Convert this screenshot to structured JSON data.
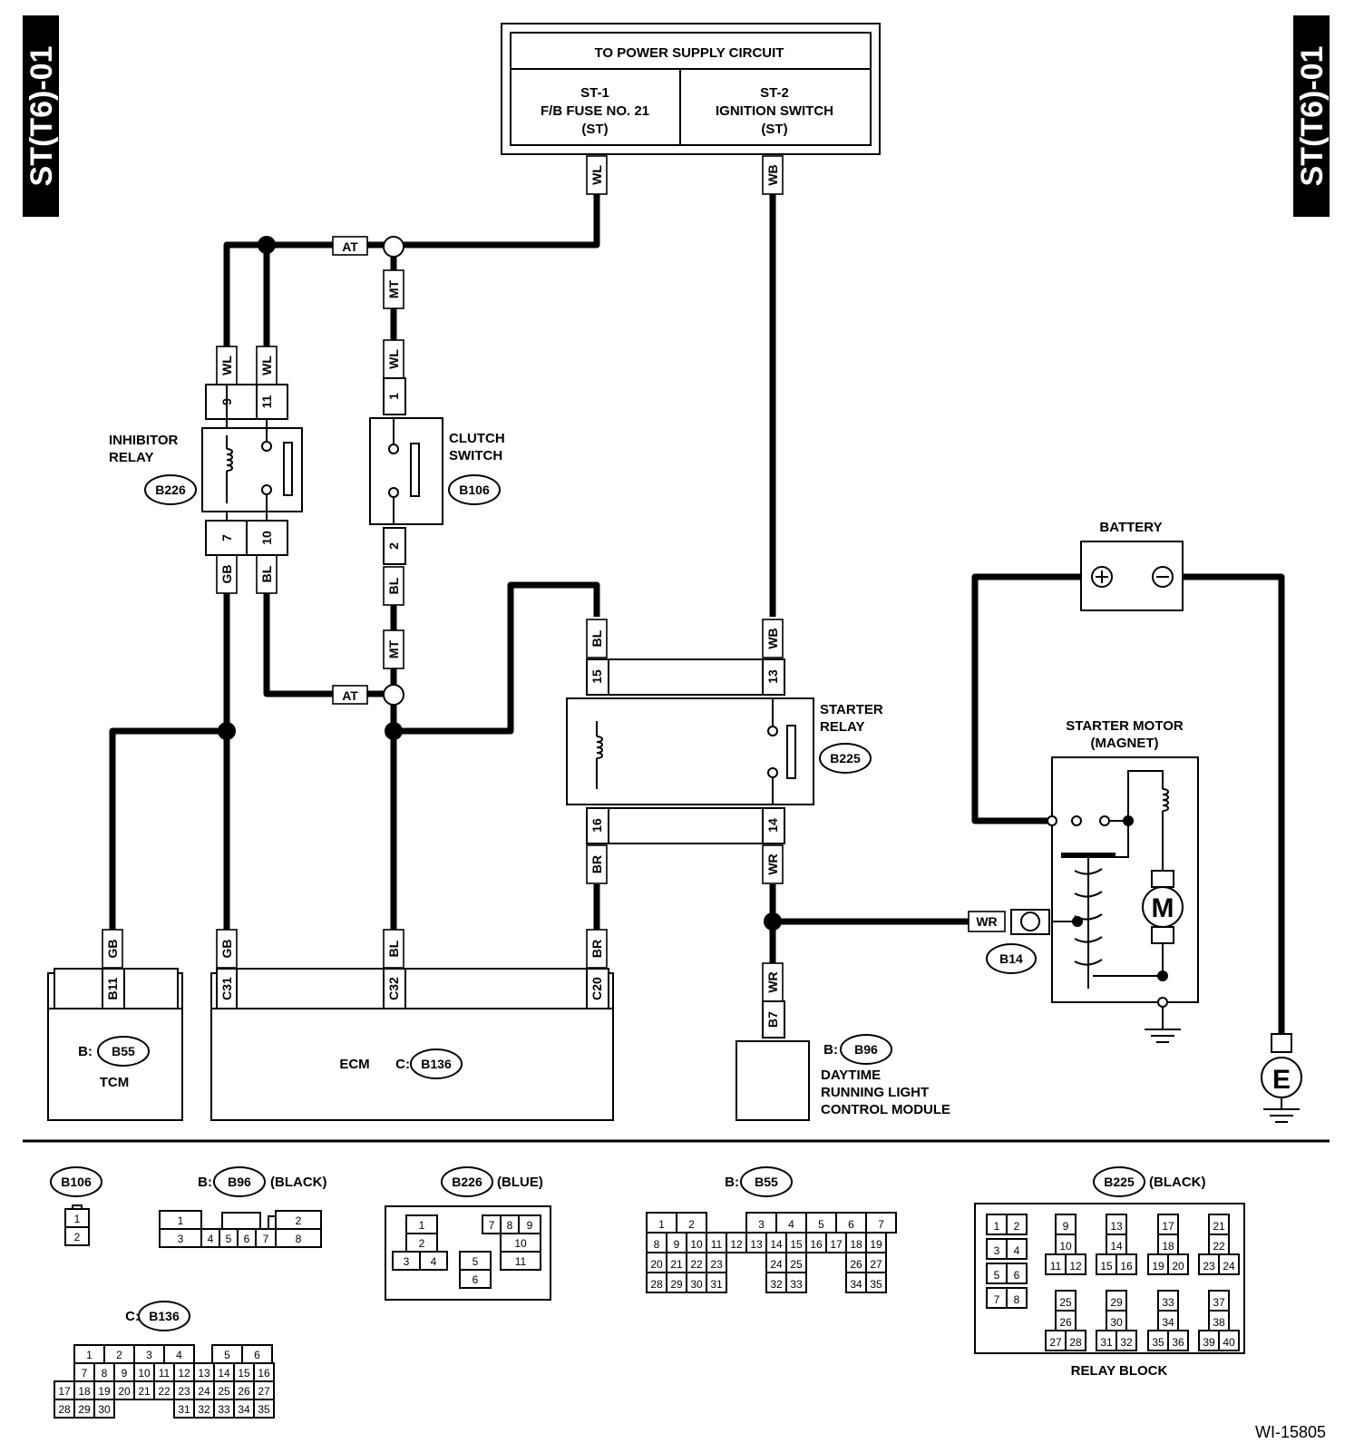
{
  "page_code": "ST(T6)-01",
  "figure_id": "WI-15805",
  "power_supply": {
    "title": "TO POWER SUPPLY CIRCUIT",
    "st1": [
      "ST-1",
      "F/B FUSE NO. 21",
      "(ST)"
    ],
    "st2": [
      "ST-2",
      "IGNITION SWITCH",
      "(ST)"
    ]
  },
  "components": {
    "inhibitor_relay": [
      "INHIBITOR",
      "RELAY"
    ],
    "clutch_switch": [
      "CLUTCH",
      "SWITCH"
    ],
    "starter_relay": [
      "STARTER",
      "RELAY"
    ],
    "battery": "BATTERY",
    "starter_motor": [
      "STARTER MOTOR",
      "(MAGNET)"
    ],
    "motor_symbol": "M",
    "ground_symbol": "E",
    "tcm": "TCM",
    "ecm": "ECM",
    "drl": [
      "DAYTIME",
      "RUNNING LIGHT",
      "CONTROL MODULE"
    ],
    "relay_block": "RELAY BLOCK"
  },
  "connectors": {
    "b226": "B226",
    "b106": "B106",
    "b225": "B225",
    "b14": "B14",
    "b55": "B55",
    "b136": "B136",
    "b96": "B96",
    "prefix_b": "B:",
    "prefix_c": "C:"
  },
  "wires": {
    "wl": "WL",
    "wb": "WB",
    "at": "AT",
    "mt": "MT",
    "gb": "GB",
    "bl": "BL",
    "br": "BR",
    "wr": "WR"
  },
  "pins": {
    "p9": "9",
    "p11": "11",
    "p7": "7",
    "p10": "10",
    "p1": "1",
    "p2": "2",
    "p15": "15",
    "p13": "13",
    "p16": "16",
    "p14": "14",
    "b11": "B11",
    "c31": "C31",
    "c32": "C32",
    "c20": "C20",
    "b7": "B7"
  },
  "legend": {
    "b96_color": "(BLACK)",
    "b226_color": "(BLUE)",
    "b225_color": "(BLACK)",
    "b106_rows": [
      [
        "1"
      ],
      [
        "2"
      ]
    ],
    "b96_rows": [
      [
        "1",
        "",
        "",
        "",
        "",
        "2"
      ],
      [
        "3",
        "4",
        "5",
        "6",
        "7",
        "8"
      ]
    ],
    "b226_cells": [
      "1",
      "7",
      "8",
      "9",
      "2",
      "10",
      "3",
      "4",
      "5",
      "11",
      "6"
    ],
    "b55_rows": [
      [
        "1",
        "2",
        "3",
        "4",
        "5",
        "6",
        "7"
      ],
      [
        "8",
        "9",
        "10",
        "11",
        "12",
        "13",
        "14",
        "15",
        "16",
        "17",
        "18",
        "19"
      ],
      [
        "20",
        "21",
        "22",
        "23",
        "24",
        "25",
        "26",
        "27"
      ],
      [
        "28",
        "29",
        "30",
        "31",
        "32",
        "33",
        "34",
        "35"
      ]
    ],
    "b136_rows": [
      [
        "1",
        "2",
        "3",
        "4",
        "5",
        "6"
      ],
      [
        "7",
        "8",
        "9",
        "10",
        "11",
        "12",
        "13",
        "14",
        "15",
        "16"
      ],
      [
        "17",
        "18",
        "19",
        "20",
        "21",
        "22",
        "23",
        "24",
        "25",
        "26",
        "27"
      ],
      [
        "28",
        "29",
        "30",
        "31",
        "32",
        "33",
        "34",
        "35"
      ]
    ],
    "b225_left": [
      [
        "1",
        "2"
      ],
      [
        "3",
        "4"
      ],
      [
        "5",
        "6"
      ],
      [
        "7",
        "8"
      ]
    ],
    "b225_top": [
      [
        "9",
        "10",
        "11",
        "12"
      ],
      [
        "13",
        "14",
        "15",
        "16"
      ],
      [
        "17",
        "18",
        "19",
        "20"
      ],
      [
        "21",
        "22",
        "23",
        "24"
      ]
    ],
    "b225_bottom": [
      [
        "25",
        "26",
        "27",
        "28"
      ],
      [
        "29",
        "30",
        "31",
        "32"
      ],
      [
        "33",
        "34",
        "35",
        "36"
      ],
      [
        "37",
        "38",
        "39",
        "40"
      ]
    ]
  }
}
